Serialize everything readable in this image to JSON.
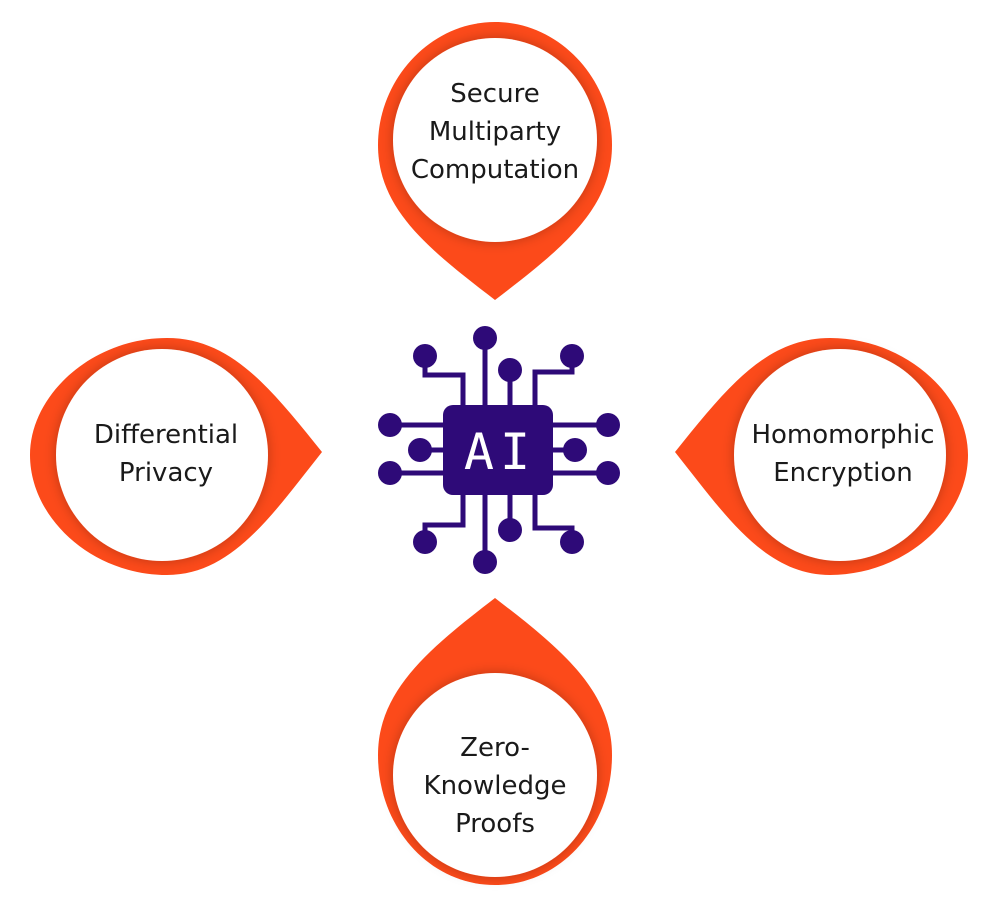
{
  "colors": {
    "pin": "#fc4a1a",
    "pin_shadow": "#c93a12",
    "chip": "#2e0a78",
    "chip_text": "#ffffff",
    "text": "#1a1a1a"
  },
  "center": {
    "icon": "ai-chip-icon",
    "text": "AI"
  },
  "pins": {
    "top": {
      "lines": [
        "Secure",
        "Multiparty",
        "Computation"
      ]
    },
    "left": {
      "lines": [
        "Differential",
        "Privacy"
      ]
    },
    "right": {
      "lines": [
        "Homomorphic",
        "Encryption"
      ]
    },
    "bottom": {
      "lines": [
        "Zero-",
        "Knowledge",
        "Proofs"
      ]
    }
  }
}
